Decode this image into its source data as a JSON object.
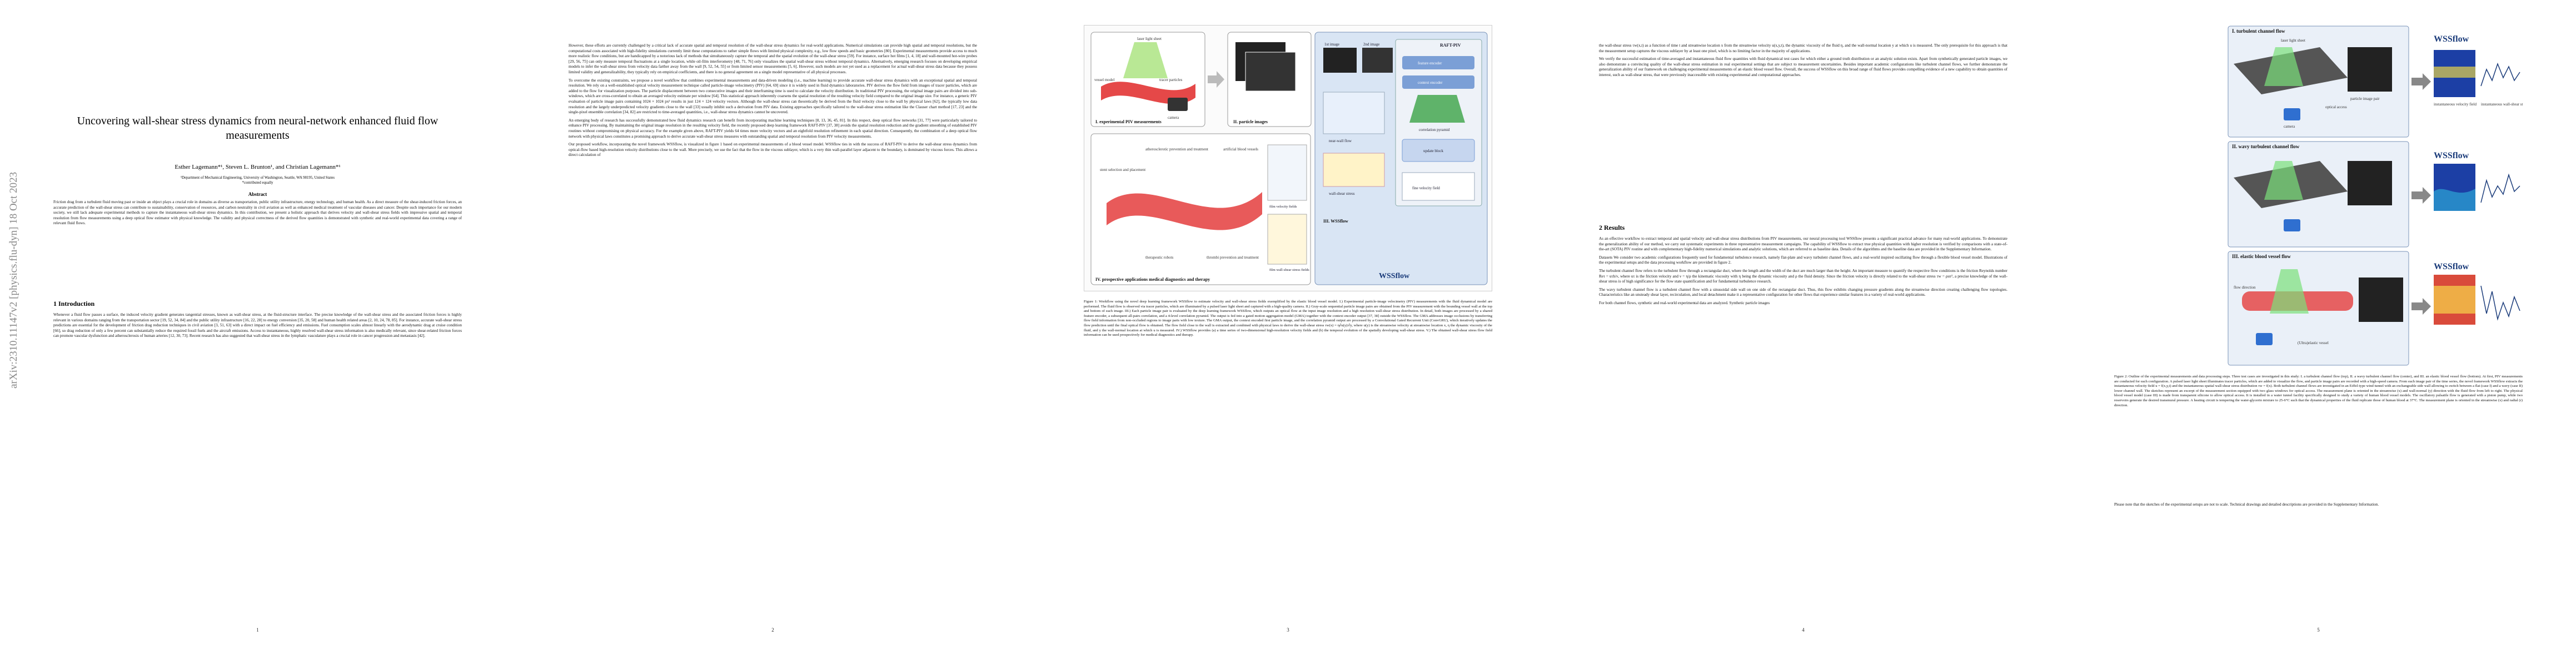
{
  "arxiv": {
    "stamp": "arXiv:2310.11147v2  [physics.flu-dyn]  18 Oct 2023"
  },
  "page1": {
    "title": "Uncovering wall-shear stress dynamics from neural-network enhanced fluid flow measurements",
    "authors": "Esther Lagemann*¹, Steven L. Brunton¹, and Christian Lagemann*¹",
    "affiliation": "¹Department of Mechanical Engineering, University of Washington, Seattle, WA 98195, United States",
    "equal": "*contributed equally",
    "abstract_heading": "Abstract",
    "abstract": "Friction drag from a turbulent fluid moving past or inside an object plays a crucial role in domains as diverse as transportation, public utility infrastructure, energy technology, and human health. As a direct measure of the shear-induced friction forces, an accurate prediction of the wall-shear stress can contribute to sustainability, conservation of resources, and carbon neutrality in civil aviation as well as enhanced medical treatment of vascular diseases and cancer. Despite such importance for our modern society, we still lack adequate experimental methods to capture the instantaneous wall-shear stress dynamics. In this contribution, we present a holistic approach that derives velocity and wall-shear stress fields with impressive spatial and temporal resolution from flow measurements using a deep optical flow estimator with physical knowledge. The validity and physical correctness of the derived flow quantities is demonstrated with synthetic and real-world experimental data covering a range of relevant fluid flows.",
    "section_title": "1   Introduction",
    "intro": [
      "Whenever a fluid flow passes a surface, the induced velocity gradient generates tangential stresses, known as wall-shear stress, at the fluid-structure interface. The precise knowledge of the wall-shear stress and the associated friction forces is highly relevant in various domains ranging from the transportation sector [19, 52, 34, 84] and the public utility infrastructure [16, 22, 28] to energy conversion [35, 20, 58] and human health related areas [2, 10, 24, 78, 85]. For instance, accurate wall-shear stress predictions are essential for the development of friction drag reduction techniques in civil aviation [3, 51, 63] with a direct impact on fuel efficiency and emissions. Fuel consumption scales almost linearly with the aerodynamic drag at cruise condition [66], so drag reduction of only a few percent can substantially reduce the required fossil fuels and the aircraft emissions. Access to instantaneous, highly resolved wall-shear stress information is also medically relevant, since shear-related friction forces can promote vascular dysfunction and atherosclerosis of human arteries [12, 30, 73]. Recent research has also suggested that wall-shear stress in the lymphatic vasculature plays a crucial role in cancer progression and metastasis [42]."
    ],
    "page_number": "1"
  },
  "page2": {
    "paragraphs": [
      "However, these efforts are currently challenged by a critical lack of accurate spatial and temporal resolution of the wall-shear stress dynamics for real-world applications. Numerical simulations can provide high spatial and temporal resolutions, but the computational costs associated with high-fidelity simulations currently limit these computations to rather simple flows with limited physical complexity, e.g., low flow speeds and basic geometries [80]. Experimental measurements provide access to much more realistic flow conditions, but are handicapped by a notorious lack of methods that simultaneously capture the temporal and the spatial evolution of the wall-shear stress [59]. For instance, surface hot films [1, 4, 18] and wall-mounted hot-wire probes [29, 56, 75] can only measure temporal fluctuations at a single location, while oil-film interferometry [48, 71, 76] only visualizes the spatial wall-shear stress without temporal dynamics. Alternatively, emerging research focuses on developing empirical models to infer the wall-shear stress from velocity data farther away from the wall [9, 52, 54, 55] or from limited sensor measurements [5, 6]. However, such models are not yet used as a replacement for actual wall-shear stress data because they possess limited validity and generalizability, they typically rely on empirical coefficients, and there is no general agreement on a single model representative of all physical processes.",
      "To overcome the existing constraints, we propose a novel workflow that combines experimental measurements and data-driven modeling (i.e., machine learning) to provide accurate wall-shear stress dynamics with an exceptional spatial and temporal resolution. We rely on a well-established optical velocity measurement technique called particle-image velocimetry (PIV) [64, 69] since it is widely used in fluid dynamics laboratories. PIV derives the flow field from images of tracer particles, which are added to the flow for visualization purposes. The particle displacement between two consecutive images and their interframing time is used to calculate the velocity distribution. In traditional PIV processing, the original image pairs are divided into sub-windows, which are cross-correlated to obtain an averaged velocity estimate per window [64]. This statistical approach inherently coarsens the spatial resolution of the resulting velocity field compared to the original image size. For instance, a generic PIV evaluation of particle image pairs containing 1024 × 1024 px² results in just 124 × 124 velocity vectors. Although the wall-shear stress can theoretically be derived from the fluid velocity close to the wall by physical laws [62], the typically low data resolution and the largely underpredicted velocity gradients close to the wall [33] usually inhibit such a derivation from PIV data. Existing approaches specifically tailored to the wall-shear stress estimation like the Clauser chart method [17, 23] and the single-pixel ensemble correlation [34, 82] are restricted to time-averaged quantities, i.e., wall-shear stress dynamics cannot be uncovered.",
      "An emerging body of research has successfully demonstrated how fluid dynamics research can benefit from incorporating machine learning techniques [8, 13, 36, 45, 81]. In this respect, deep optical flow networks [31, 77] were particularly tailored to enhance PIV processing. By maintaining the original image resolution in the resulting velocity field, the recently proposed deep learning framework RAFT-PIV [37, 38] avoids the spatial resolution reduction and the gradient smoothing of established PIV routines without compromising on physical accuracy. For the example given above, RAFT-PIV yields 64 times more velocity vectors and an eightfold resolution refinement in each spatial direction. Consequently, the combination of a deep optical flow network with physical laws constitutes a promising approach to derive accurate wall-shear stress measures with outstanding spatial and temporal resolution from PIV velocity measurements.",
      "Our proposed workflow, incorporating the novel framework WSSflow, is visualized in figure 1 based on experimental measurements of a blood vessel model. WSSflow ties in with the success of RAFT-PIV to derive the wall-shear stress dynamics from optical-flow based high-resolution velocity distributions close to the wall. More precisely, we use the fact that the flow in the viscous sublayer, which is a very thin wall-parallel layer adjacent to the boundary, is dominated by viscous forces. This allows a direct calculation of"
    ],
    "page_number": "2"
  },
  "page3": {
    "fig": {
      "panel1": "I. experimental PIV measurements",
      "panel2": "II. particle images",
      "panel3": "III. WSSflow",
      "panel4": "IV. prospective applications medical diagnostics and therapy",
      "laser": "laser light sheet",
      "camera": "camera",
      "vessel": "vessel model",
      "tracer": "tracer particles",
      "raft": "RAFT-PIV",
      "step1": "1st image",
      "step2": "2nd image",
      "feature": "feature encoder",
      "context": "context encoder",
      "corr": "correlation pyramid",
      "update": "update block",
      "refine": "near-wall flow",
      "shear": "wall-shear stress",
      "vel": "fine velocity field",
      "wss": "WSSflow",
      "app1": "atherosclerotic prevention and treatment",
      "app2": "stent selection and placement",
      "app3": "artificial blood vessels",
      "app4": "therapeutic robots",
      "app5": "thrombi prevention and treatment",
      "out1": "film velocity fields",
      "out2": "film wall-shear stress fields"
    },
    "caption": "Figure 1: Workflow using the novel deep learning framework WSSflow to estimate velocity and wall-shear stress fields exemplified by the elastic blood vessel model. I.) Experimental particle-image velocimetry (PIV) measurements with the fluid dynamical model are performed. The fluid flow is observed via tracer particles, which are illuminated by a pulsed laser light sheet and captured with a high-quality camera. II.) Gray-scale sequential particle image pairs are obtained from the PIV measurement with the bounding vessel wall at the top and bottom of each image. III.) Each particle image pair is evaluated by the deep learning framework WSSflow, which outputs an optical flow at the input image resolution and a high resolution wall-shear stress distribution. In detail, both images are processed by a shared feature encoder, a subsequent all-pairs correlation, and a 4-level correlation pyramid. The output is fed into a gated motion aggregation model (GMA) together with the context encoder output [37, 38] outside the WSSflow. The GMA addresses image occlusions by transferring flow field information from non-occluded regions to image parts with low texture. The GMA output, the context encoded first particle image, and the correlation pyramid output are processed by a Convolutional Gated Recurrent Unit (ConvGRU), which iteratively updates the flow prediction until the final optical flow is obtained. The flow field close to the wall is extracted and combined with physical laws to derive the wall-shear stress τw(x) = η∂u(y)/∂y, where u(y) is the streamwise velocity at streamwise location x, η the dynamic viscosity of the fluid, and y the wall-normal location at which u is measured. IV.) WSSflow provides (a) a time series of two-dimensional high-resolution velocity fields and (b) the temporal evolution of the spatially developing wall-shear stress. V.) The obtained wall-shear stress flow field information can be used prospectively for medical diagnostics and therapy.",
    "page_number": "3"
  },
  "page4": {
    "top_paragraphs": [
      "the wall-shear stress τw(x,t) as a function of time t and streamwise location x from the streamwise velocity u(x,y,t), the dynamic viscosity of the fluid η, and the wall-normal location y at which u is measured. The only prerequisite for this approach is that the measurement setup captures the viscous sublayer by at least one pixel, which is no limiting factor in the majority of applications.",
      "We verify the successful estimation of time-averaged and instantaneous fluid flow quantities with fluid dynamical test cases for which either a ground truth distribution or an analytic solution exists. Apart from synthetically generated particle images, we also demonstrate a convincing quality of the wall-shear stress estimation in real experimental settings that are subject to measurement uncertainties. Besides important academic configurations like turbulent channel flows, we further demonstrate the generalization ability of our framework on challenging experimental measurements of an elastic blood vessel flow. Overall, the success of WSSflow on this broad range of fluid flows provides compelling evidence of a new capability to obtain quantities of interest, such as wall-shear stress, that were previously inaccessible with existing experimental and computational approaches."
    ],
    "section_title": "2   Results",
    "results": [
      "As an effective workflow to extract temporal and spatial velocity and wall-shear stress distributions from PIV measurements, our neural processing tool WSSflow presents a significant practical advance for many real-world applications. To demonstrate the generalization ability of our method, we carry out systematic experiments in three representative measurement campaigns. The capability of WSSflow to extract true physical quantities with higher resolution is verified by comparisons with a state-of-the-art (SOTA) PIV routine and with complementary high-fidelity numerical simulations and analytic solutions, which are referred to as baseline data. Details of the algorithms and the baseline data are provided in the Supplementary Information.",
      "Datasets   We consider two academic configurations frequently used for fundamental turbulence research, namely flat-plate and wavy turbulent channel flows, and a real-world inspired oscillating flow through a flexible blood vessel model. Illustrations of the experimental setups and the data processing workflow are provided in figure 2.",
      "The turbulent channel flow refers to the turbulent flow through a rectangular duct, where the length and the width of the duct are much larger than the height. An important measure to quantify the respective flow conditions is the friction Reynolds number Reτ = uτh/ν, where uτ is the friction velocity and ν = η/ρ the kinematic viscosity with η being the dynamic viscosity and ρ the fluid density. Since the friction velocity is directly related to the wall-shear stress τw = ρuτ², a precise knowledge of the wall-shear stress is of high significance for the flow state quantification and for fundamental turbulence research.",
      "The wavy turbulent channel flow is a turbulent channel flow with a sinusoidal side wall on one side of the rectangular duct. Thus, this flow exhibits changing pressure gradients along the streamwise direction creating challenging flow topologies. Characteristics like an unsteady shear layer, recirculation, and local detachment make it a representative configuration for other flows that experience similar features in a variety of real-world applications.",
      "For both channel flows, synthetic and real-world experimental data are analyzed. Synthetic particle images"
    ],
    "page_number": "4"
  },
  "page5": {
    "fig": {
      "t1": "I. turbulent channel flow",
      "t2": "II. wavy turbulent channel flow",
      "t3": "III. elastic blood vessel flow",
      "laser": "laser light sheet",
      "optical": "optical access",
      "camera": "camera",
      "pair": "particle image pair",
      "velocity": "instantaneous velocity field",
      "shear": "instantaneous wall-shear stress",
      "wss": "WSSflow",
      "ultra": "(Ultra)elastic vessel",
      "flow": "flow direction"
    },
    "caption": "Figure 2: Outline of the experimental measurements and data processing steps. Three test cases are investigated in this study: I. a turbulent channel flow (top), II. a wavy turbulent channel flow (center), and III. an elastic blood vessel flow (bottom). At first, PIV measurements are conducted for each configuration. A pulsed laser light sheet illuminates tracer particles, which are added to visualize the flow, and particle image pairs are recorded with a high-speed camera. From each image pair of the time series, the novel framework WSSflow extracts the instantaneous velocity field u = f(x,y,t) and the instantaneous spatial wall-shear stress distribution τw = f(x). Both turbulent channel flows are investigated in an Eiffel-type wind tunnel with an exchangeable side wall allowing to switch between a flat (case I) and a wavy (case II) lower channel wall. The sketches represent an excerpt of the measurement section equipped with two glass windows for optical access. The measurement plane is oriented in the streamwise (x) and wall-normal (y) direction with the fluid flow from left to right. The physical blood vessel model (case III) is made from transparent silicone to allow optical access. It is installed in a water tunnel facility specifically designed to study a variety of human blood vessel models. The oscillatory pulsatile flow is generated with a piston pump, while two reservoirs generate the desired transmural pressure. A heating circuit is tempering the water-glycerin mixture to 25-6°C such that the dynamical properties of the fluid replicate those of human blood at 37°C. The measurement plane is oriented in the streamwise (x) and radial (r) direction.",
    "body": "Please note that the sketches of the experimental setups are not to scale. Technical drawings and detailed descriptions are provided in the Supplementary Information.",
    "page_number": "5"
  }
}
